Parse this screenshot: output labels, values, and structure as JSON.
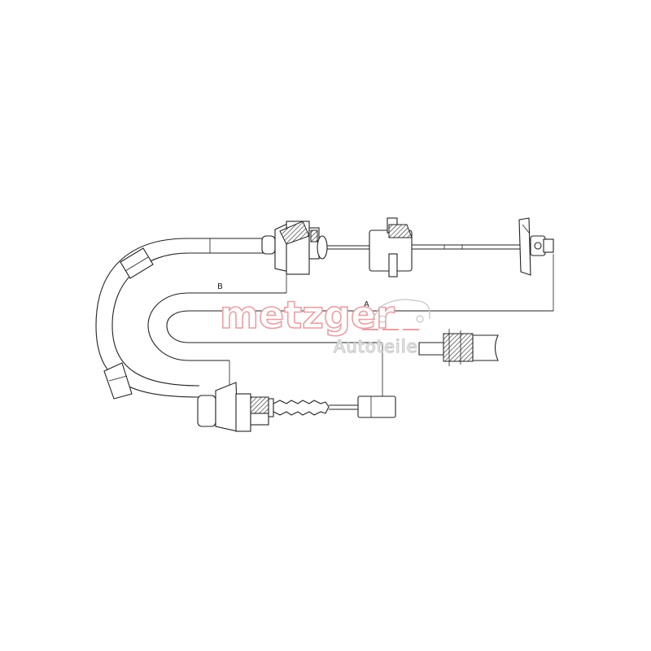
{
  "diagram": {
    "labels": {
      "dim_a": "A",
      "dim_b": "B"
    }
  },
  "watermark": {
    "brand": "metzger",
    "sub": "Autoteile",
    "brand_color": "#e8a0a4",
    "sub_color": "#c8c8c8"
  }
}
